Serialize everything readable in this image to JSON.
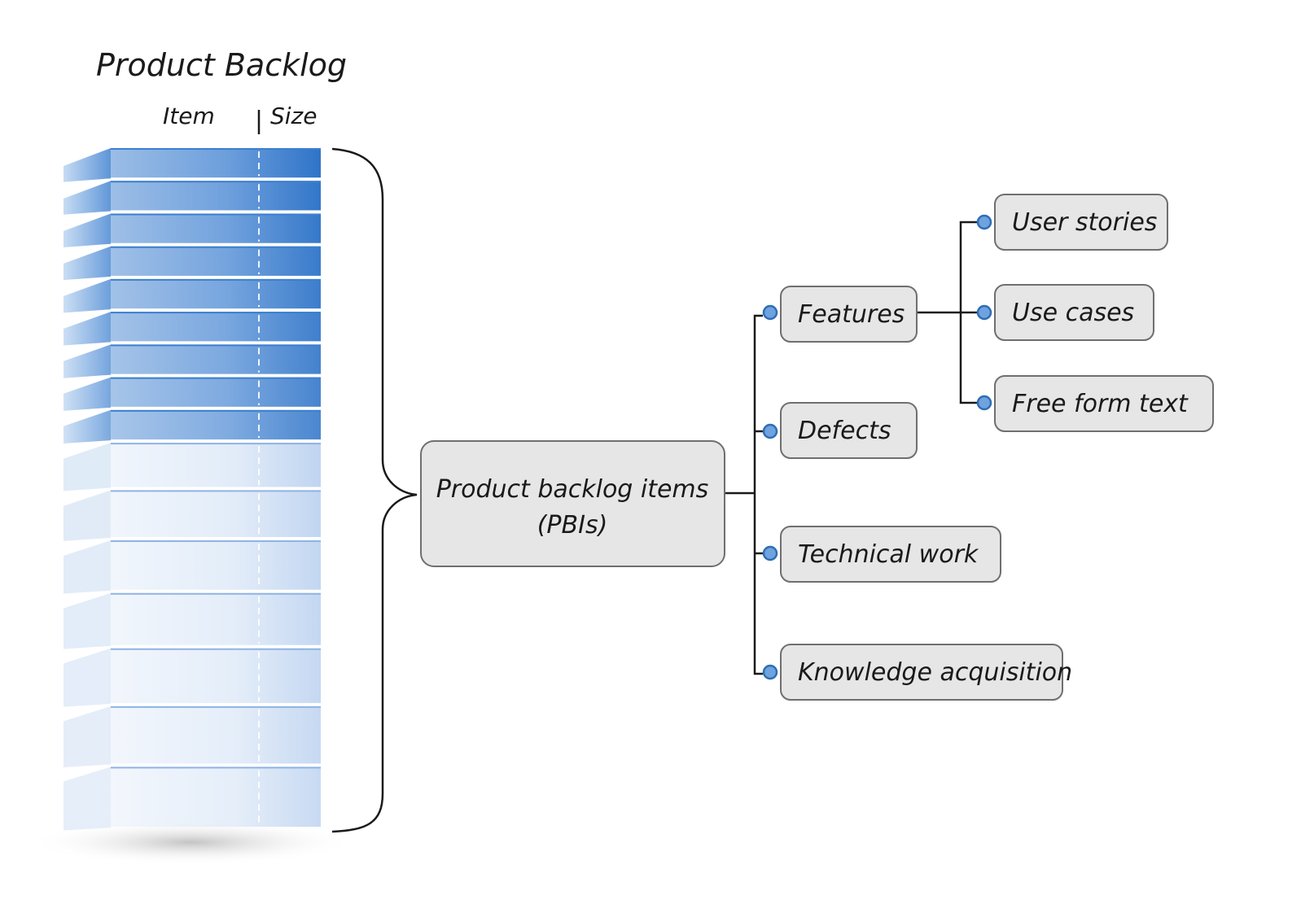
{
  "backlog": {
    "title": "Product Backlog",
    "col_item": "Item",
    "col_size": "Size",
    "layer_count": 16
  },
  "root": {
    "line1": "Product backlog items",
    "line2": "(PBIs)"
  },
  "categories": [
    {
      "id": "features",
      "label": "Features"
    },
    {
      "id": "defects",
      "label": "Defects"
    },
    {
      "id": "technical-work",
      "label": "Technical work"
    },
    {
      "id": "knowledge-acquisition",
      "label": "Knowledge acquisition"
    }
  ],
  "feature_types": [
    {
      "id": "user-stories",
      "label": "User stories"
    },
    {
      "id": "use-cases",
      "label": "Use cases"
    },
    {
      "id": "free-form-text",
      "label": "Free form text"
    }
  ],
  "colors": {
    "stack_dark": "#2f74c8",
    "stack_light": "#e8f0fb",
    "node_fill": "#e6e6e6",
    "node_border": "#6f6f6f",
    "connector": "#1a1a1a",
    "dot": "#6ea3dd"
  }
}
